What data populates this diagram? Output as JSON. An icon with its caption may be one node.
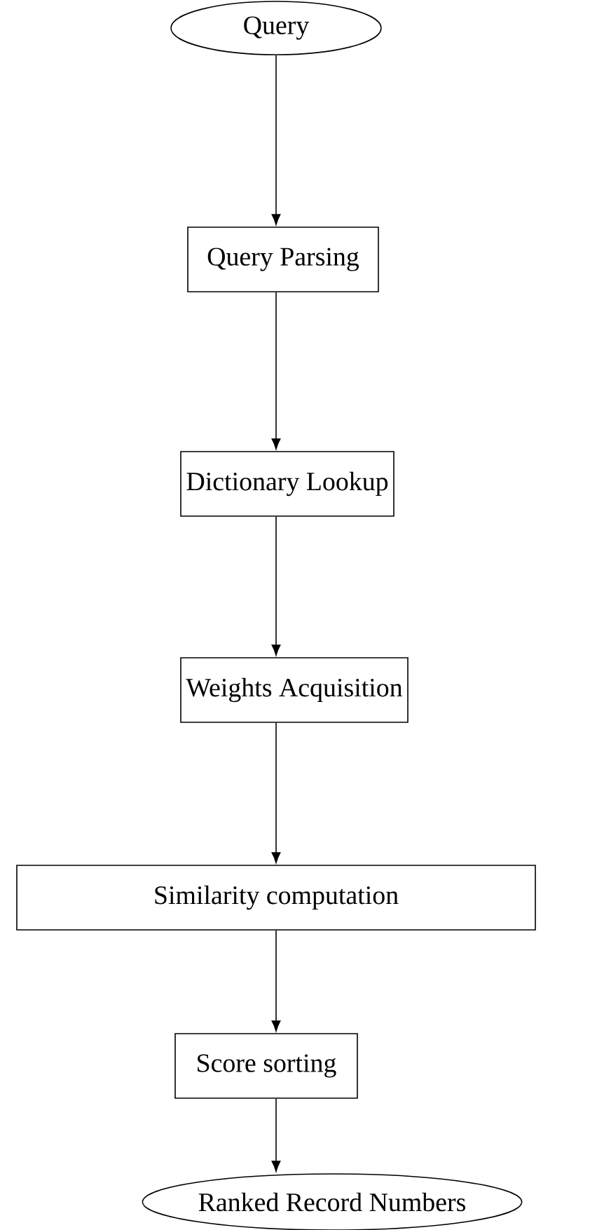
{
  "diagram": {
    "nodes": [
      {
        "text": [
          "Query"
        ]
      },
      {
        "text": [
          "Query Parsing"
        ]
      },
      {
        "text": [
          "Dictionary Lookup"
        ]
      },
      {
        "text": [
          "Weights Acquisition"
        ]
      },
      {
        "text": [
          "Similarity computation"
        ]
      },
      {
        "text": [
          "Score sorting"
        ]
      },
      {
        "text": [
          "Ranked Record Numbers"
        ]
      }
    ],
    "edges": [
      {
        "from": 0,
        "to": 1,
        "arrow": "to"
      },
      {
        "from": 1,
        "to": 2,
        "arrow": "to"
      },
      {
        "from": 2,
        "to": 3,
        "arrow": "to"
      },
      {
        "from": 3,
        "to": 4,
        "arrow": "to"
      },
      {
        "from": 4,
        "to": 5,
        "arrow": "to"
      },
      {
        "from": 5,
        "to": 6,
        "arrow": "to"
      }
    ]
  }
}
